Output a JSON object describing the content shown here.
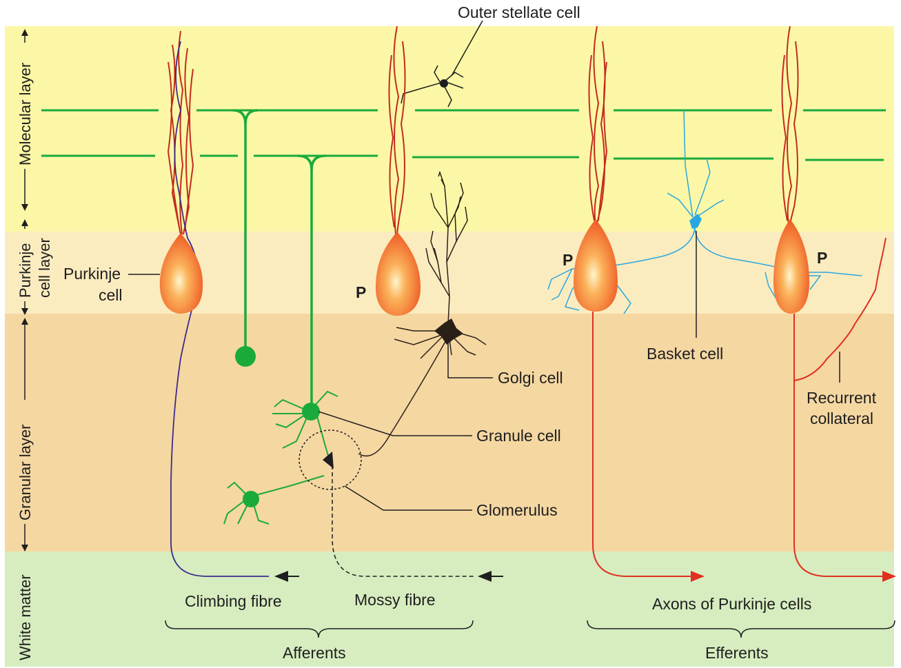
{
  "layers": {
    "molecular": "Molecular layer",
    "purkinje_line1": "Purkinje",
    "purkinje_line2": "cell layer",
    "granular": "Granular layer",
    "white_matter": "White matter"
  },
  "labels": {
    "outer_stellate": "Outer stellate cell",
    "purkinje_cell_line1": "Purkinje",
    "purkinje_cell_line2": "cell",
    "p": "P",
    "golgi_cell": "Golgi cell",
    "granule_cell": "Granule cell",
    "glomerulus": "Glomerulus",
    "basket_cell": "Basket cell",
    "recurrent_line1": "Recurrent",
    "recurrent_line2": "collateral",
    "climbing_fibre": "Climbing fibre",
    "mossy_fibre": "Mossy fibre",
    "axons_purkinje": "Axons of Purkinje cells",
    "afferents": "Afferents",
    "efferents": "Efferents"
  },
  "colors": {
    "molecular_bg": "#fbf7a6",
    "purkinje_bg": "#fbecc0",
    "granular_bg": "#f5d7a2",
    "white_matter_bg": "#d7edc0",
    "parallel_fibre": "#1aaa3c",
    "purkinje_body": "#f37b2c",
    "dendrite": "#c42a1e",
    "climbing_fibre": "#3b2a8a",
    "basket": "#2aa7e0",
    "golgi": "#2a2018",
    "axon": "#e03020"
  }
}
